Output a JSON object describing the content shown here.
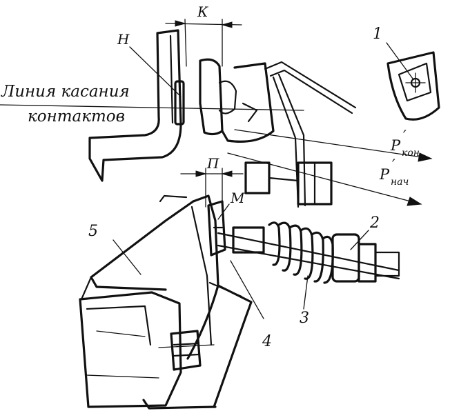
{
  "labels": {
    "contact_line_1": "Линия касания",
    "contact_line_2": "контактов",
    "dim_K": "К",
    "dim_H": "Н",
    "dim_P": "П",
    "dim_M": "М",
    "p_kon_main": "P",
    "p_kon_prime": "′",
    "p_kon_sub": "кон",
    "p_nach_main": "P",
    "p_nach_prime": "′",
    "p_nach_sub": "нач",
    "part_1": "1",
    "part_2": "2",
    "part_3": "3",
    "part_4": "4",
    "part_5": "5"
  }
}
